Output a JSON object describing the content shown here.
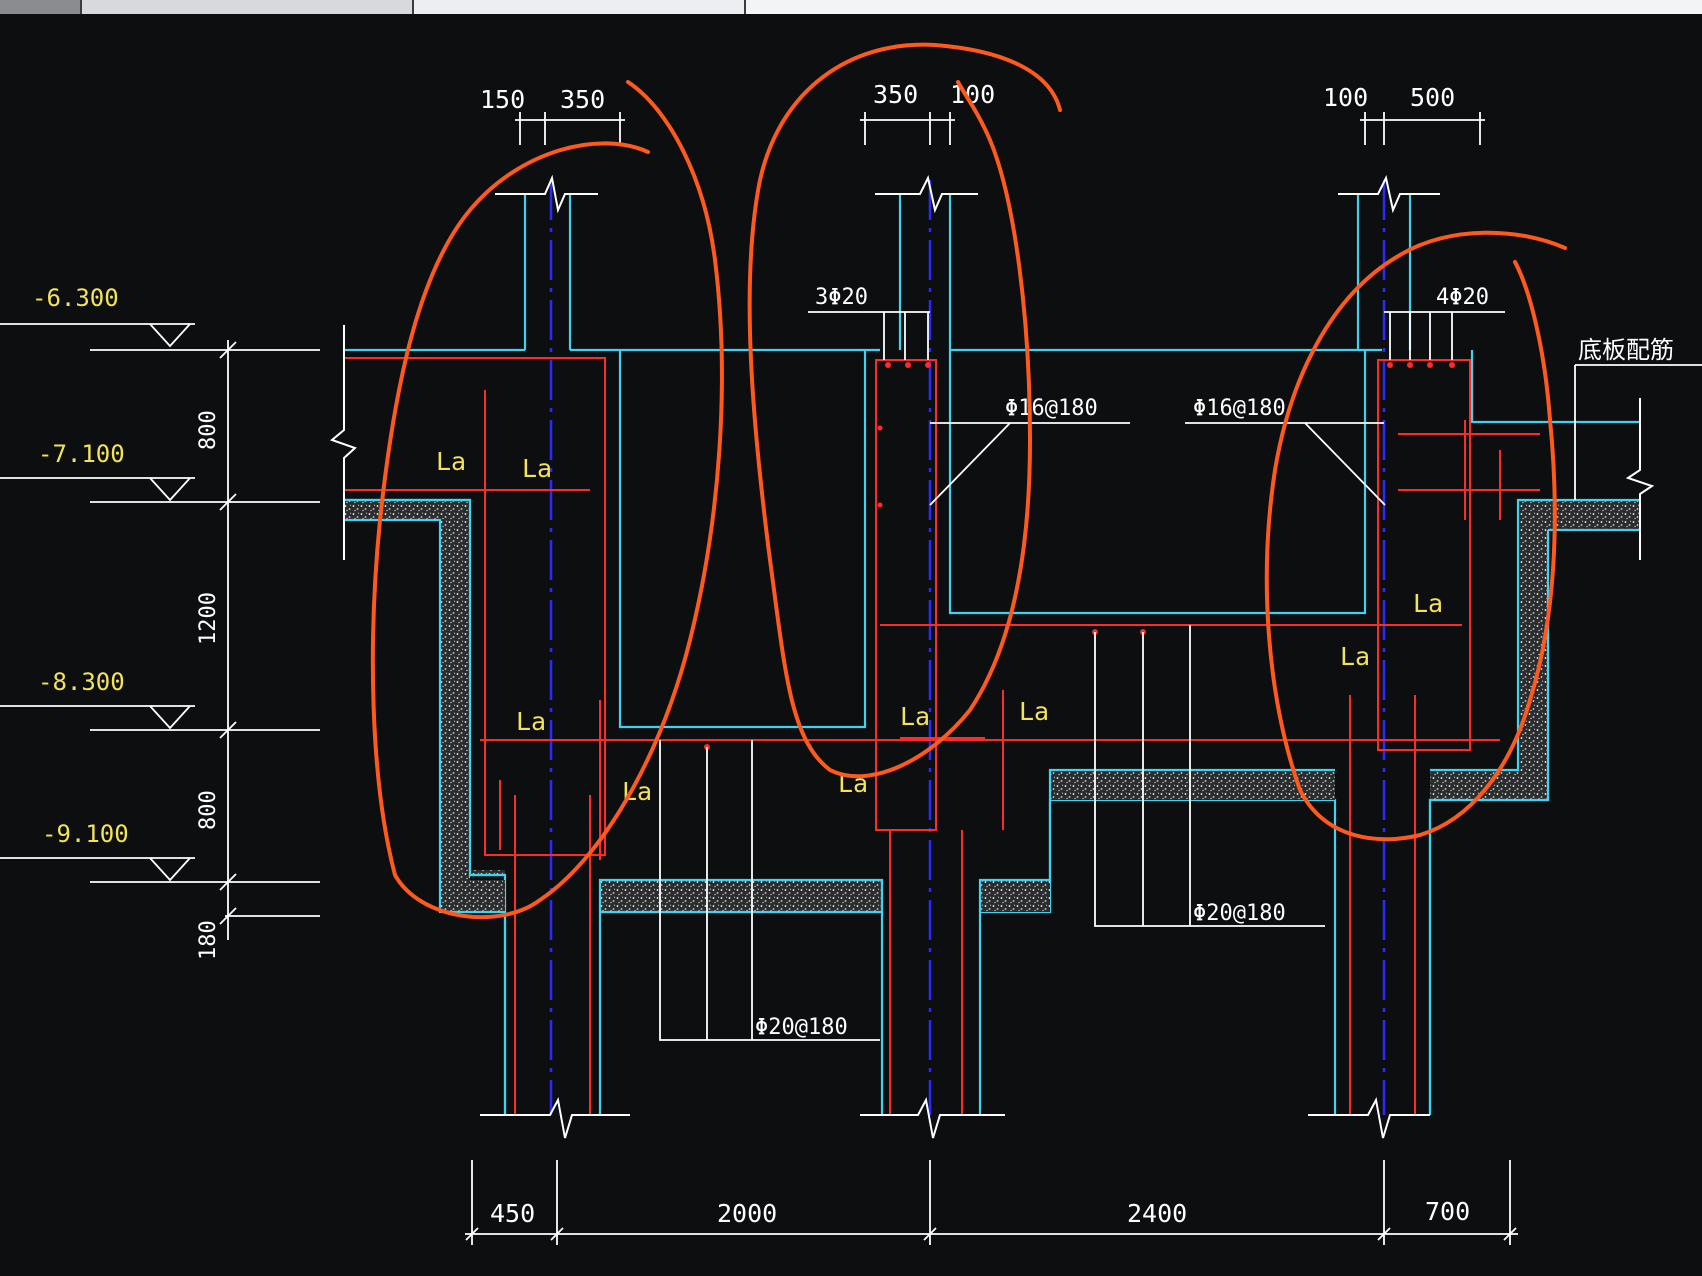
{
  "window": {
    "tabs": [
      "",
      "",
      "",
      ""
    ]
  },
  "drawing": {
    "levels": [
      "-6.300",
      "-7.100",
      "-8.300",
      "-9.100"
    ],
    "vertical_dims": [
      "800",
      "1200",
      "800",
      "180"
    ],
    "top_dims": {
      "left": [
        "150",
        "350"
      ],
      "middle": [
        "350",
        "100"
      ],
      "right": [
        "100",
        "500"
      ]
    },
    "bottom_dims": [
      "450",
      "2000",
      "2400",
      "700"
    ],
    "rebar_labels": {
      "mid_top": "3Φ20",
      "right_top": "4Φ20",
      "mid_stirrup": "Φ16@180",
      "right_stirrup": "Φ16@180",
      "bottom_left": "Φ20@180",
      "bottom_right": "Φ20@180"
    },
    "anchor_label": "La",
    "slab_note": "底板配筋",
    "colors": {
      "background": "#0d0e10",
      "concrete_outline": "#3fd3f0",
      "rebar": "#ff2a2a",
      "axis": "#2b2bff",
      "annotation": "#ff5a1e",
      "label": "#f2e35a",
      "dimension": "#ffffff"
    }
  }
}
